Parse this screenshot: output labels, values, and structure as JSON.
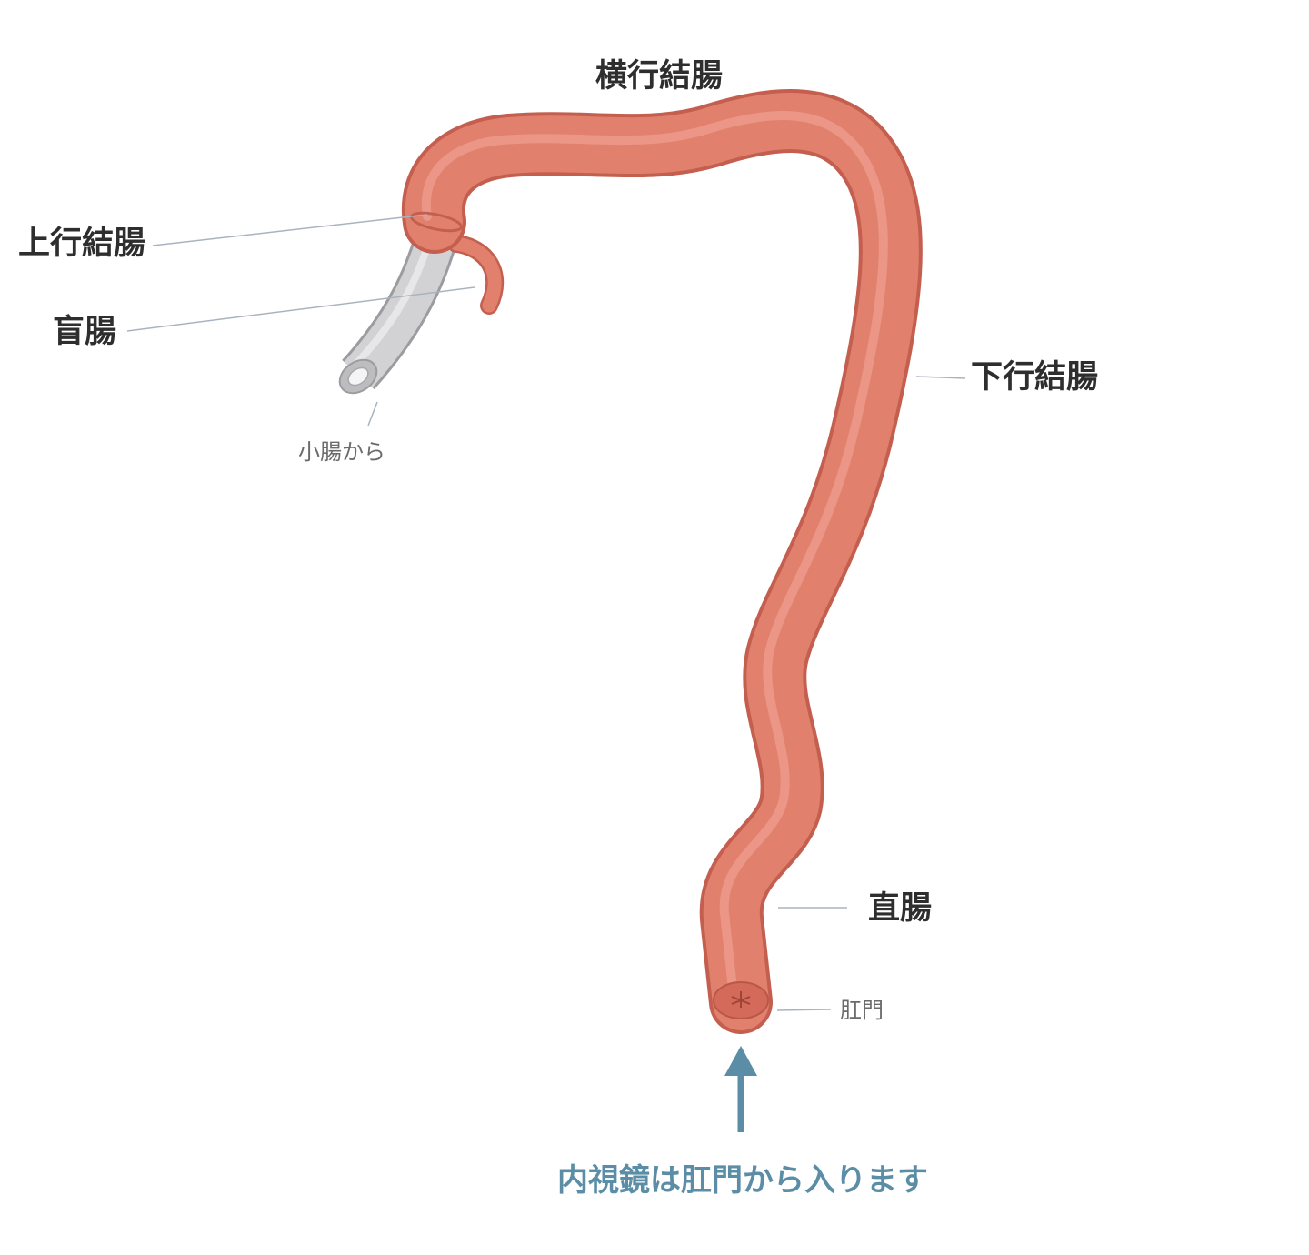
{
  "labels": {
    "transverse_colon": "横行結腸",
    "ascending_colon": "上行結腸",
    "cecum": "盲腸",
    "from_small_intestine": "小腸から",
    "descending_colon": "下行結腸",
    "rectum": "直腸",
    "anus": "肛門"
  },
  "caption": "内視鏡は肛門から入ります",
  "colors": {
    "colon": "#e2806e",
    "colon_dark": "#c45f50",
    "colon_highlight": "#f2a596",
    "small_intestine": "#cfcfd1",
    "leader_line": "#a9b3bf",
    "arrow": "#5b8ea6",
    "label_text": "#2e2e2e",
    "minor_text": "#6b6b6b"
  },
  "icons": {
    "direction": "up-arrow-icon"
  }
}
